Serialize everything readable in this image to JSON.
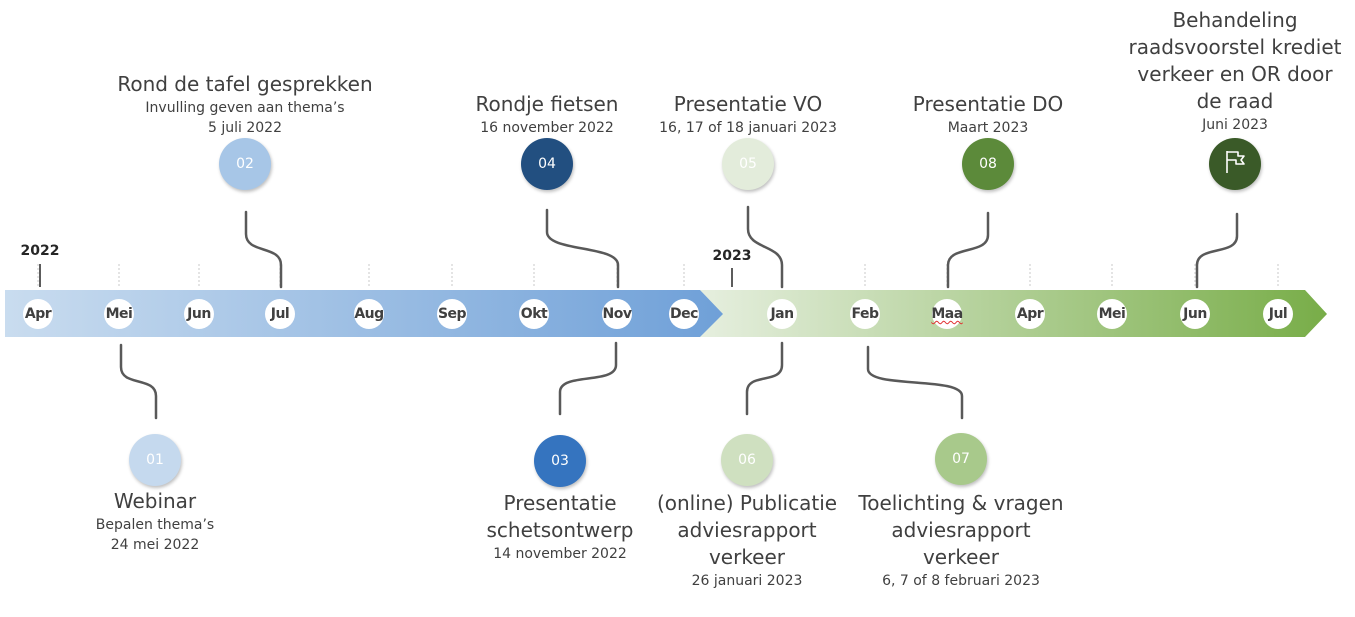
{
  "years": [
    {
      "label": "2022"
    },
    {
      "label": "2023"
    }
  ],
  "months_2022": [
    "Apr",
    "Mei",
    "Jun",
    "Jul",
    "Aug",
    "Sep",
    "Okt",
    "Nov",
    "Dec"
  ],
  "months_2023": [
    "Jan",
    "Feb",
    "Maa",
    "Apr",
    "Mei",
    "Jun",
    "Jul"
  ],
  "colors": {
    "band_2022_start": "#c9dcef",
    "band_2022_end": "#6fa0d8",
    "band_2023_start": "#e6efdf",
    "band_2023_end": "#78ad48",
    "connector": "#595959"
  },
  "milestones": [
    {
      "number": "01",
      "title": "Webinar",
      "lines": [
        "Bepalen thema’s",
        "24 mei 2022"
      ],
      "color": "#c5d9ee"
    },
    {
      "number": "02",
      "title": "Rond de tafel gesprekken",
      "lines": [
        "Invulling geven aan thema’s",
        "5 juli 2022"
      ],
      "color": "#a7c6e7"
    },
    {
      "number": "03",
      "title": "Presentatie\nschetsontwerp",
      "lines": [
        "14 november 2022"
      ],
      "color": "#3574bf"
    },
    {
      "number": "04",
      "title": "Rondje fietsen",
      "lines": [
        "16 november 2022"
      ],
      "color": "#224f80"
    },
    {
      "number": "05",
      "title": "Presentatie VO",
      "lines": [
        "16, 17 of 18 januari 2023"
      ],
      "color": "#e3ecdb"
    },
    {
      "number": "06",
      "title": "(online) Publicatie\nadviesrapport\nverkeer",
      "lines": [
        "26 januari 2023"
      ],
      "color": "#cfe0c0"
    },
    {
      "number": "07",
      "title": "Toelichting & vragen\nadviesrapport\nverkeer",
      "lines": [
        "6, 7 of 8 februari 2023"
      ],
      "color": "#a8c98b"
    },
    {
      "number": "08",
      "title": "Presentatie DO",
      "lines": [
        "Maart 2023"
      ],
      "color": "#5c8a3a"
    },
    {
      "number": "",
      "icon": "flag-icon",
      "title": "Behandeling\nraadsvoorstel krediet\nverkeer en OR door\nde raad",
      "lines": [
        "Juni 2023"
      ],
      "color": "#3a5a28"
    }
  ]
}
